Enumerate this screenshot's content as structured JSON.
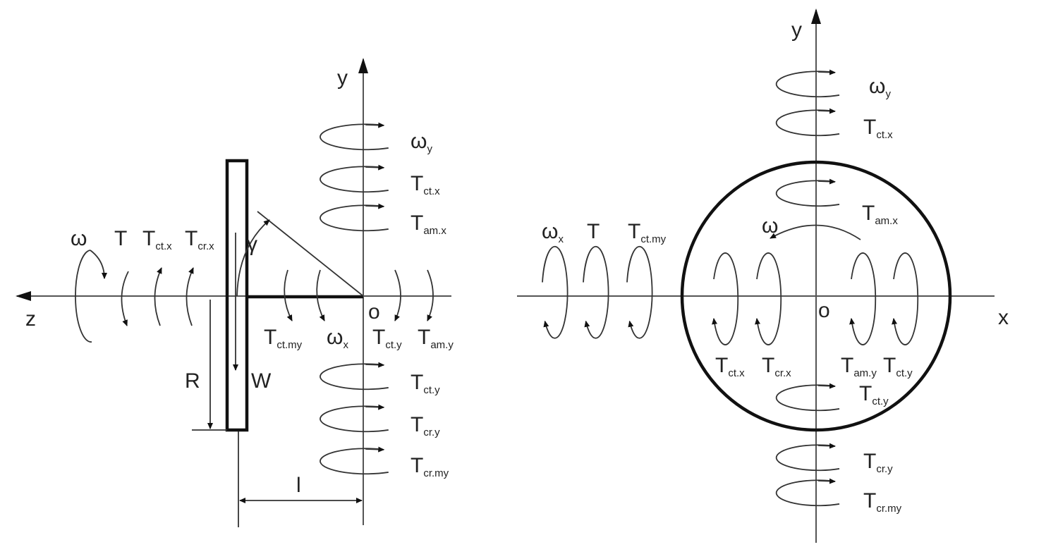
{
  "left": {
    "axes": {
      "z": "z",
      "y": "y",
      "origin": "o"
    },
    "dims": {
      "gamma": "γ",
      "R": "R",
      "W": "W",
      "l": "l"
    },
    "labels": [
      {
        "main": "ω",
        "sub": "y"
      },
      {
        "main": "T",
        "sub": "ct.x"
      },
      {
        "main": "T",
        "sub": "am.x"
      },
      {
        "main": "T",
        "sub": "ct.y"
      },
      {
        "main": "T",
        "sub": "cr.y"
      },
      {
        "main": "T",
        "sub": "cr.my"
      },
      {
        "main": "ω",
        "sub": ""
      },
      {
        "main": "T",
        "sub": ""
      },
      {
        "main": "T",
        "sub": "ct.x"
      },
      {
        "main": "T",
        "sub": "cr.x"
      },
      {
        "main": "T",
        "sub": "ct.my"
      },
      {
        "main": "ω",
        "sub": "x"
      },
      {
        "main": "T",
        "sub": "ct.y"
      },
      {
        "main": "T",
        "sub": "am.y"
      }
    ]
  },
  "right": {
    "axes": {
      "x": "x",
      "y": "y",
      "origin": "o"
    },
    "labels": [
      {
        "main": "ω",
        "sub": "y"
      },
      {
        "main": "T",
        "sub": "ct.x"
      },
      {
        "main": "T",
        "sub": "am.x"
      },
      {
        "main": "T",
        "sub": "ct.y"
      },
      {
        "main": "T",
        "sub": "cr.y"
      },
      {
        "main": "T",
        "sub": "cr.my"
      },
      {
        "main": "ω",
        "sub": ""
      },
      {
        "main": "ω",
        "sub": "x"
      },
      {
        "main": "T",
        "sub": ""
      },
      {
        "main": "T",
        "sub": "ct.my"
      },
      {
        "main": "T",
        "sub": "ct.x"
      },
      {
        "main": "T",
        "sub": "cr.x"
      },
      {
        "main": "T",
        "sub": "am.y"
      },
      {
        "main": "T",
        "sub": "ct.y"
      }
    ]
  }
}
